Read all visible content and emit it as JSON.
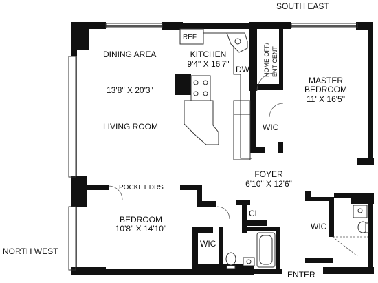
{
  "compass": {
    "south_east": "SOUTH EAST",
    "north_west": "NORTH WEST"
  },
  "entrance": "ENTER",
  "rooms": {
    "dining_area": "DINING AREA",
    "living_room": "LIVING ROOM",
    "living_dims": "13'8\" X 20'3\"",
    "kitchen": "KITCHEN",
    "kitchen_dims": "9'4\" X 16'7\"",
    "ref": "REF",
    "dw": "DW",
    "home_office_line1": "HOME OFF/",
    "home_office_line2": "ENT CENT",
    "master_line1": "MASTER",
    "master_line2": "BEDROOM",
    "master_dims": "11' X 16'5\"",
    "wic": "WIC",
    "foyer": "FOYER",
    "foyer_dims": "6'10\" X 12'6\"",
    "pocket_doors": "POCKET DRS",
    "bedroom": "BEDROOM",
    "bedroom_dims": "10'8\" X 14'10\"",
    "closet": "CL"
  },
  "colors": {
    "wall": "#111111",
    "fixture": "#333333"
  }
}
